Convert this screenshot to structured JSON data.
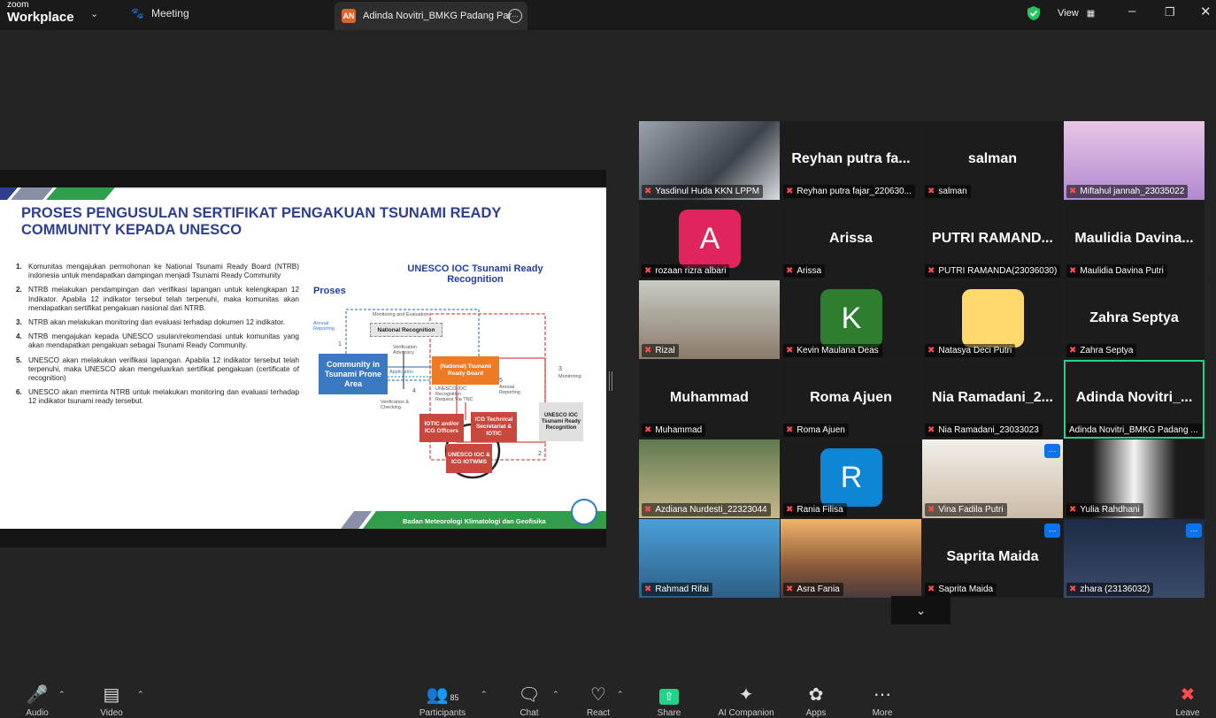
{
  "topbar": {
    "brand_small": "zoom",
    "brand_big": "Workplace",
    "meeting_label": "Meeting",
    "tab_initials": "AN",
    "tab_title": "Adinda Novitri_BMKG Padang Par",
    "view_label": "View"
  },
  "slide": {
    "title": "PROSES PENGUSULAN SERTIFIKAT PENGAKUAN TSUNAMI READY COMMUNITY KEPADA UNESCO",
    "items": [
      {
        "n": "1.",
        "text": "Komunitas mengajukan permohonan ke National Tsunami Ready Board (NTRB) indonesia untuk mendapatkan dampingan menjadi Tsunami Ready Community"
      },
      {
        "n": "2.",
        "text": "NTRB melakukan pendampingan dan verifikasi lapangan untuk kelengkapan 12 Indikator. Apabila 12 indikator tersebut telah terpenuhi, maka komunitas akan mendapatkan sertifikat pengakuan nasional dari NTRB."
      },
      {
        "n": "3.",
        "text": "NTRB akan melakukan monitoring dan evaluasi terhadap dokumen 12 indikator."
      },
      {
        "n": "4.",
        "text": "NTRB mengajukan kepada UNESCO usulan/rekomendasi untuk komunitas yang akan mendapatkan pengakuan sebagai Tsunami Ready Community."
      },
      {
        "n": "5.",
        "text": "UNESCO akan melakukan verifikasi lapangan. Apabila 12 indikator tersebut telah terpenuhi, maka UNESCO akan mengeluarkan sertifikat pengakuan (certificate of recognition)"
      },
      {
        "n": "6.",
        "text": "UNESCO akan meminta NTRB untuk melakukan monitoring dan evaluasi terhadap 12 indikator tsunami ready tersebut."
      }
    ],
    "diagram": {
      "title": "UNESCO IOC Tsunami Ready Recognition",
      "proses": "Proses",
      "community": "Community in Tsunami Prone Area",
      "ntrb": "(National) Tsunami Ready Board",
      "national_recognition": "National Recognition",
      "iotic_officers": "IOTIC and/or ICG Officers",
      "icg_tech": "ICG Technical Secretariat & IOTIC",
      "unesco_ioc": "UNESCO IOC & ICG IOTWMS",
      "unesco_recognition": "UNESCO IOC Tsunami Ready Recognition",
      "monitoring_eval": "Monitoring and Evaluation",
      "annual_reporting": "Annual Reporting",
      "verification_advocacy": "Verification Advocacy",
      "application": "Application",
      "verification_checking": "Verification & Checking",
      "request": "UNESCO-IOC Recognition Request Via TNC",
      "annual_reporting2": "Annual Reporting",
      "monitoring": "Monitoring",
      "n1": "1",
      "n2": "2",
      "n3": "3",
      "n4": "4",
      "n5": "5"
    },
    "footer": "Badan Meteorologi Klimatologi dan Geofisika"
  },
  "gallery": {
    "tiles": [
      {
        "tag": "Yasdinul Huda KKN LPPM",
        "big": "",
        "kind": "photo"
      },
      {
        "tag": "Reyhan putra fajar_220630...",
        "big": "Reyhan putra fa...",
        "kind": "name"
      },
      {
        "tag": "salman",
        "big": "salman",
        "kind": "name"
      },
      {
        "tag": "Miftahul jannah_23035022",
        "big": "",
        "kind": "photo"
      },
      {
        "tag": "rozaan rizra albari",
        "big": "",
        "kind": "avatar",
        "letter": "A",
        "color": "#e0255e"
      },
      {
        "tag": "Arissa",
        "big": "Arissa",
        "kind": "name"
      },
      {
        "tag": "PUTRI RAMANDA(23036030)",
        "big": "PUTRI RAMAND...",
        "kind": "name"
      },
      {
        "tag": "Maulidia Davina Putri",
        "big": "Maulidia Davina...",
        "kind": "name"
      },
      {
        "tag": "Rizal",
        "big": "",
        "kind": "photo"
      },
      {
        "tag": "Kevin Maulana Deas",
        "big": "",
        "kind": "avatar",
        "letter": "K",
        "color": "#2f7d2f"
      },
      {
        "tag": "Natasya Deci Putri",
        "big": "",
        "kind": "avatar",
        "letter": "",
        "color": "#ffd86e"
      },
      {
        "tag": "Zahra Septya",
        "big": "Zahra Septya",
        "kind": "name"
      },
      {
        "tag": "Muhammad",
        "big": "Muhammad",
        "kind": "name"
      },
      {
        "tag": "Roma Ajuen",
        "big": "Roma Ajuen",
        "kind": "name"
      },
      {
        "tag": "Nia Ramadani_23033023",
        "big": "Nia Ramadani_2...",
        "kind": "name"
      },
      {
        "tag": "Adinda Novitri_BMKG Padang ...",
        "big": "Adinda Novitri_...",
        "kind": "name",
        "active": true
      },
      {
        "tag": "Azdiana Nurdesti_22323044",
        "big": "",
        "kind": "photo"
      },
      {
        "tag": "Rania Filisa",
        "big": "",
        "kind": "avatar",
        "letter": "R",
        "color": "#0e86d4"
      },
      {
        "tag": "Vina Fadila Putri",
        "big": "",
        "kind": "photo",
        "dots": true
      },
      {
        "tag": "Yulia Rahdhani",
        "big": "",
        "kind": "photo"
      },
      {
        "tag": "Rahmad Rifai",
        "big": "",
        "kind": "photo"
      },
      {
        "tag": "Asra Fania",
        "big": "",
        "kind": "photo"
      },
      {
        "tag": "Saprita Maida",
        "big": "Saprita Maida",
        "kind": "name",
        "dots": true
      },
      {
        "tag": "zhara (23136032)",
        "big": "",
        "kind": "photo",
        "dots": true
      }
    ]
  },
  "toolbar": {
    "audio": "Audio",
    "video": "Video",
    "participants": "Participants",
    "participants_count": "85",
    "chat": "Chat",
    "react": "React",
    "share": "Share",
    "ai": "AI Companion",
    "apps": "Apps",
    "more": "More",
    "leave": "Leave"
  },
  "colors": {
    "share_green": "#23d18b",
    "brand_blue": "#0e72ed",
    "muted_red": "#ff4d4d",
    "slide_title_blue": "#2e3f8f"
  }
}
